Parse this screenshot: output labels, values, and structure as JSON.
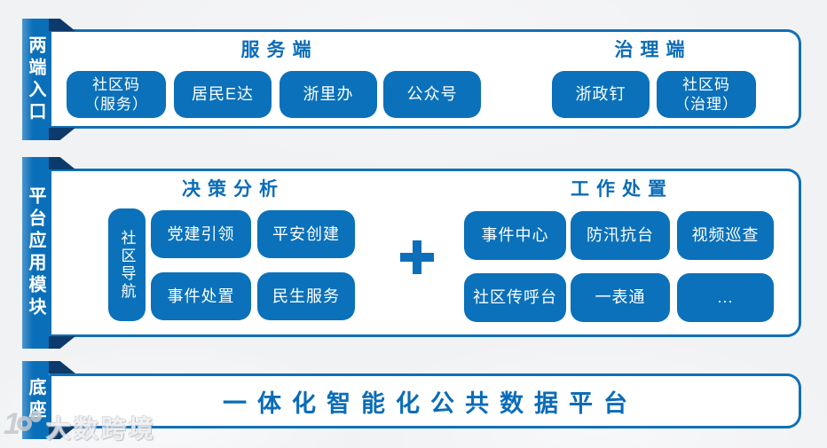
{
  "colors": {
    "primary_blue": "#0a71ba",
    "fold_navy": "#0c3b6b",
    "panel_border": "#1170b6",
    "heading_blue": "#0a6cb8",
    "background": "#f1f2f4"
  },
  "bands": {
    "entry": {
      "ribbon": "两端入口",
      "service": {
        "title": "服务端",
        "buttons": [
          "社区码\n（服务）",
          "居民E达",
          "浙里办",
          "公众号"
        ]
      },
      "governance": {
        "title": "治理端",
        "buttons": [
          "浙政钉",
          "社区码\n（治理）"
        ]
      }
    },
    "platform": {
      "ribbon": "平台应用模块",
      "decision": {
        "title": "决策分析",
        "side_button": "社区导航",
        "buttons": [
          "党建引领",
          "平安创建",
          "事件处置",
          "民生服务"
        ]
      },
      "plus": "+",
      "work": {
        "title": "工作处置",
        "buttons": [
          "事件中心",
          "防汛抗台",
          "视频巡查",
          "社区传呼台",
          "一表通",
          "..."
        ]
      }
    },
    "base": {
      "ribbon": "底座",
      "title": "一体化智能化公共数据平台"
    }
  },
  "watermark": {
    "logo": "100",
    "text": "大数跨境"
  }
}
